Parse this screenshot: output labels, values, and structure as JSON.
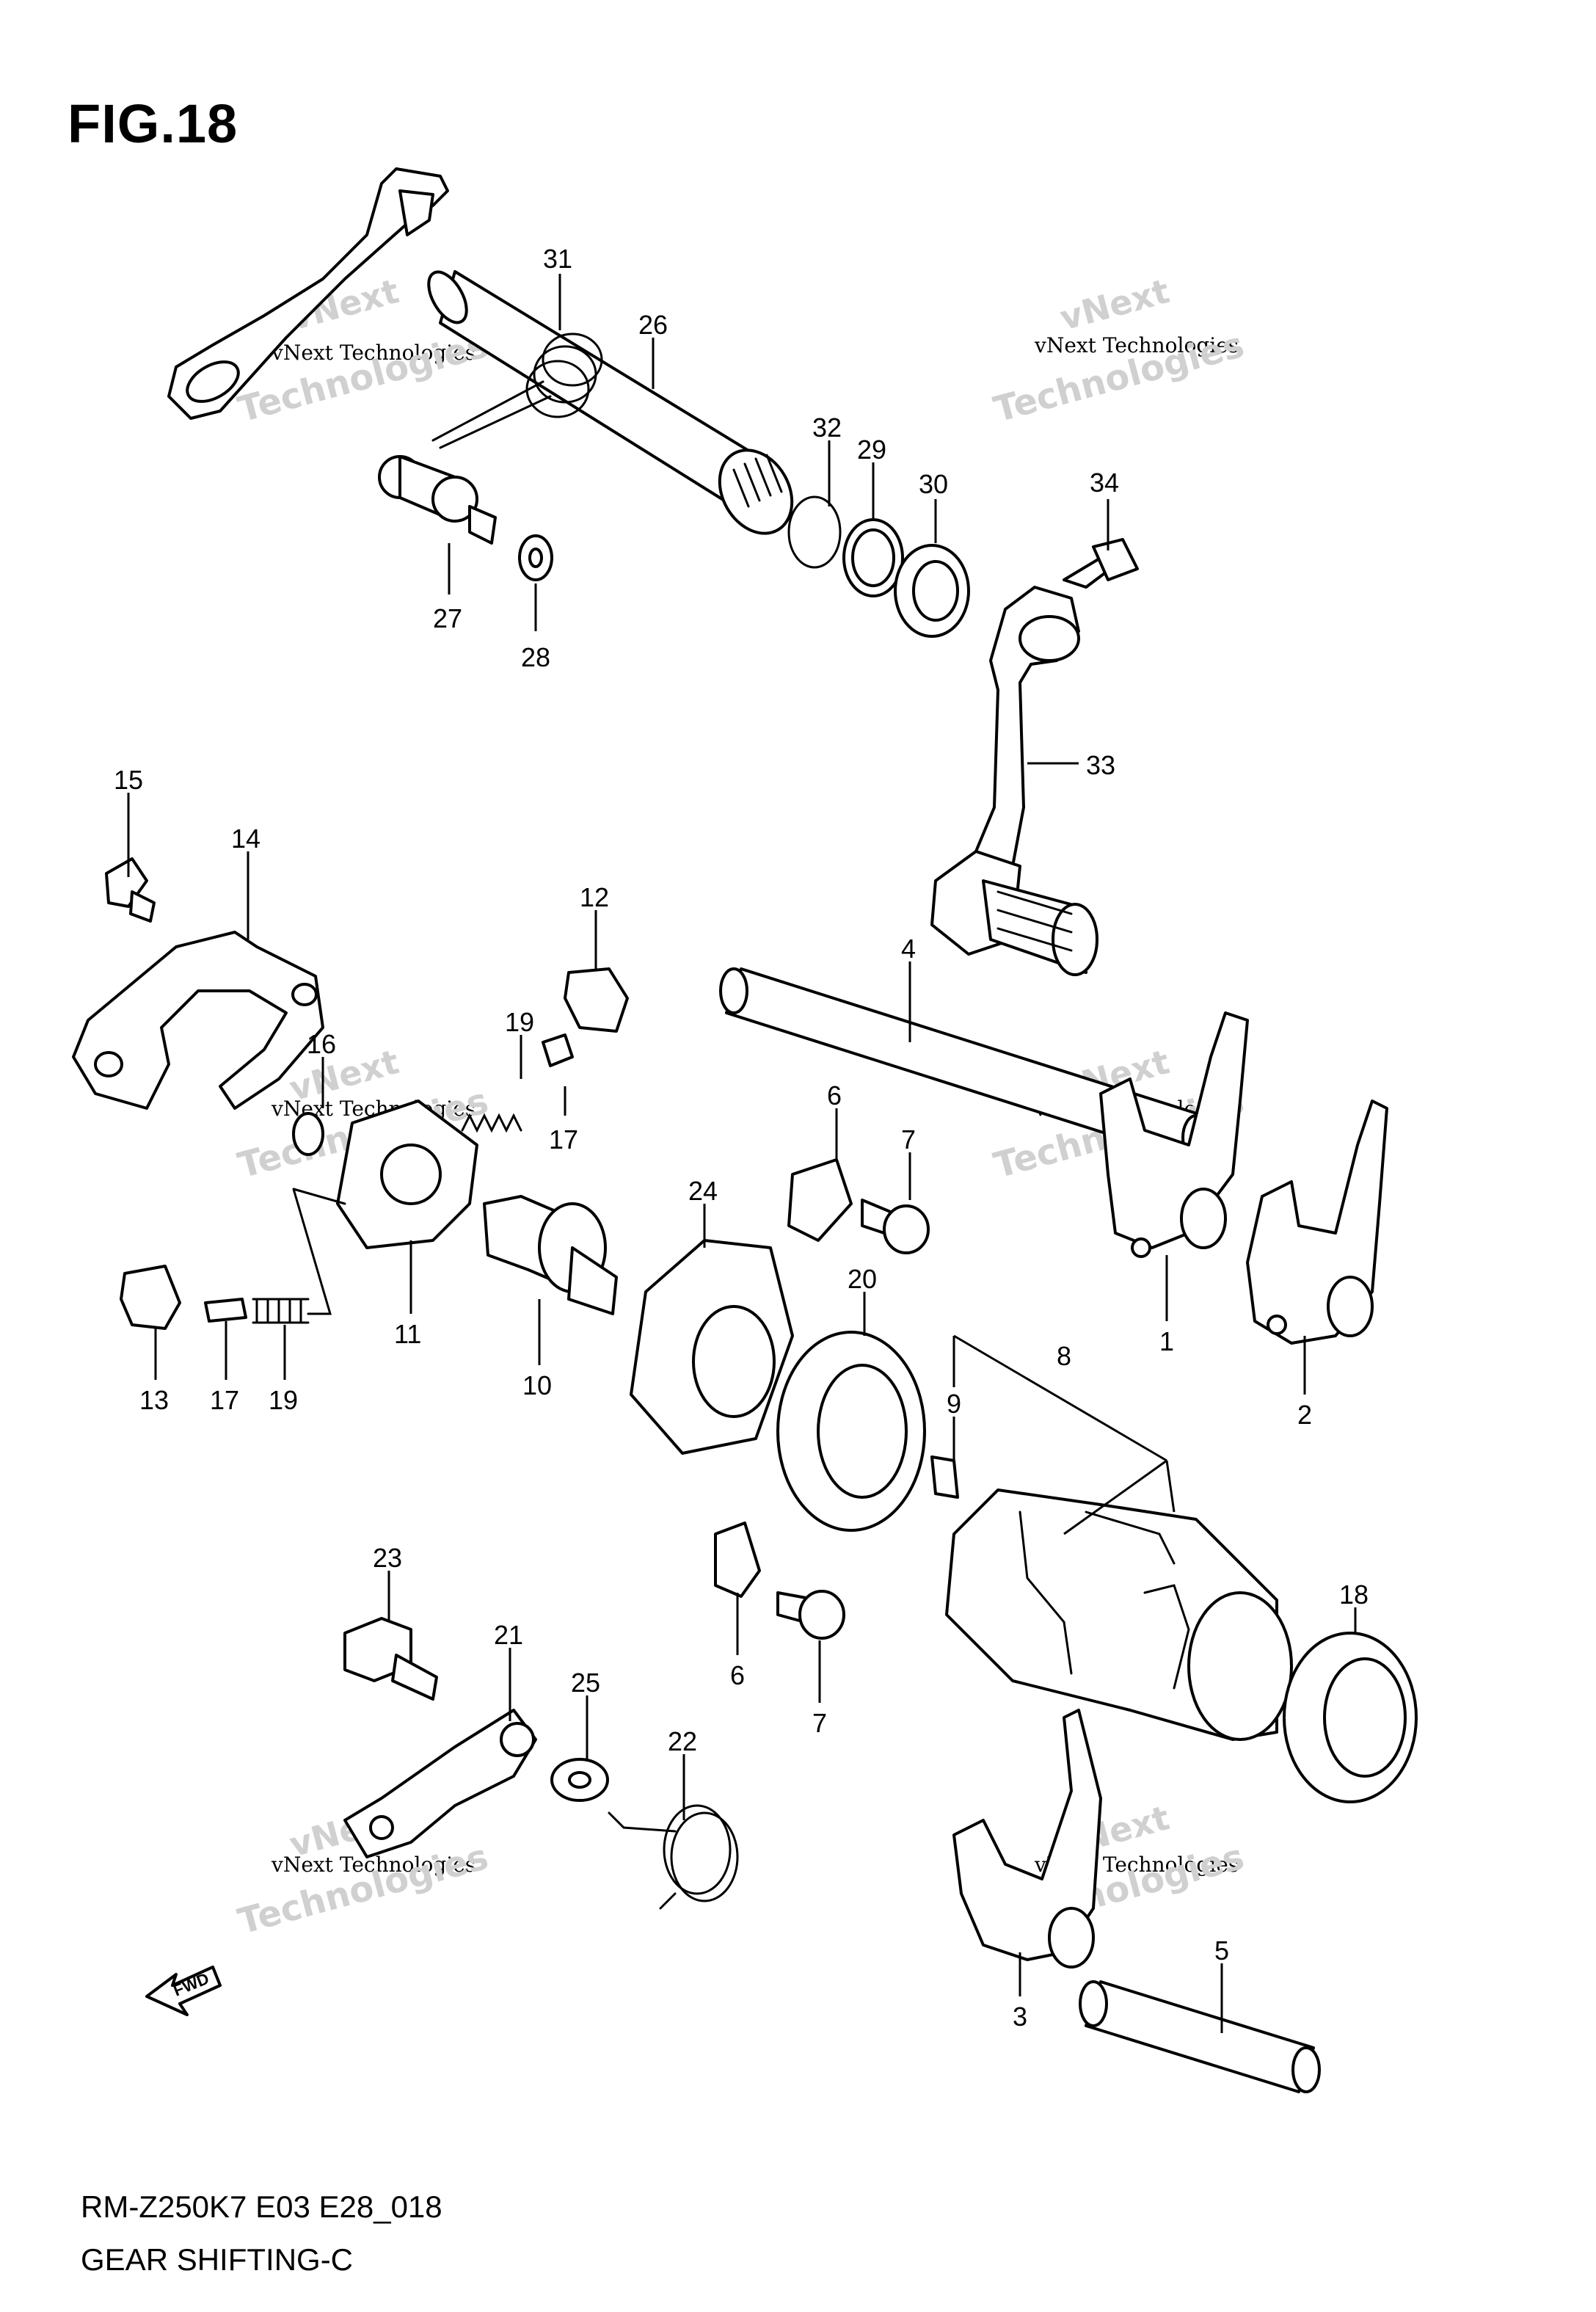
{
  "figure": {
    "title": "FIG.18"
  },
  "footer": {
    "code": "RM-Z250K7 E03 E28_018",
    "title": "GEAR SHIFTING-C"
  },
  "arrow_label": "FWD",
  "watermark": {
    "line0": "vNext",
    "line1": "vNext Technologies",
    "line2": "Technologies"
  },
  "callouts": [
    "31",
    "26",
    "32",
    "29",
    "30",
    "34",
    "27",
    "28",
    "33",
    "15",
    "14",
    "12",
    "19",
    "4",
    "16",
    "17",
    "6",
    "7",
    "24",
    "20",
    "8",
    "9",
    "11",
    "10",
    "1",
    "2",
    "13",
    "17",
    "19",
    "18",
    "23",
    "21",
    "25",
    "22",
    "6",
    "7",
    "3",
    "5"
  ]
}
